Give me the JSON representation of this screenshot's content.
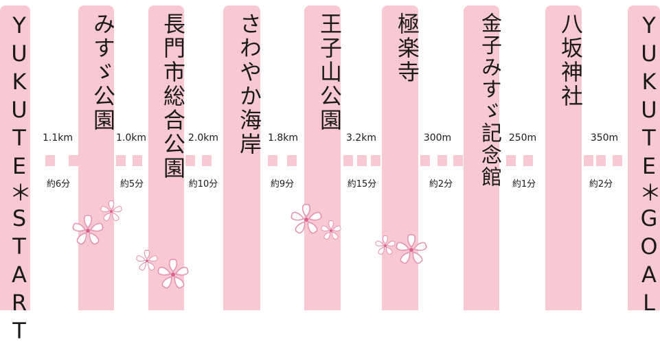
{
  "stops": [
    {
      "id": "start",
      "name": "YUKUTE＊START"
    },
    {
      "id": "misuzu-park",
      "name": "みすゞ公園"
    },
    {
      "id": "nagato-park",
      "name": "長門市総合公園"
    },
    {
      "id": "sawayaka",
      "name": "さわやか海岸"
    },
    {
      "id": "ojiyama",
      "name": "王子山公園"
    },
    {
      "id": "gokurakuji",
      "name": "極楽寺"
    },
    {
      "id": "misuzu-museum",
      "name": "金子みすゞ記念館"
    },
    {
      "id": "yasaka",
      "name": "八坂神社"
    },
    {
      "id": "goal",
      "name": "YUKUTE＊GOAL"
    }
  ],
  "legs": [
    {
      "distance": "1.1km",
      "time": "約6分"
    },
    {
      "distance": "1.0km",
      "time": "約5分"
    },
    {
      "distance": "2.0km",
      "time": "約10分"
    },
    {
      "distance": "1.8km",
      "time": "約9分"
    },
    {
      "distance": "3.2km",
      "time": "約15分"
    },
    {
      "distance": "300m",
      "time": "約2分"
    },
    {
      "distance": "250m",
      "time": "約1分"
    },
    {
      "distance": "350m",
      "time": "約2分"
    }
  ],
  "colors": {
    "column": "#f8c9d2",
    "petal": "#ffffff",
    "petal_edge": "#e58fb0",
    "center": "#d9658f"
  }
}
